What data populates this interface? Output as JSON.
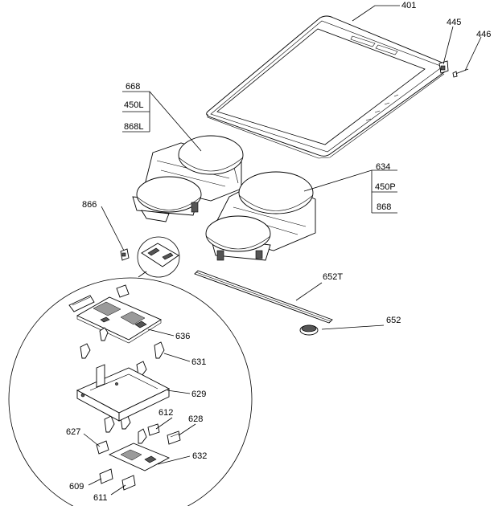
{
  "labels": {
    "l401": "401",
    "l445": "445",
    "l446": "446",
    "l668": "668",
    "l450L": "450L",
    "l868L": "868L",
    "l634": "634",
    "l450P": "450P",
    "l868": "868",
    "l866": "866",
    "l652T": "652T",
    "l652": "652",
    "l636": "636",
    "l631": "631",
    "l629": "629",
    "l612": "612",
    "l628": "628",
    "l627": "627",
    "l632": "632",
    "l609": "609",
    "l611": "611"
  }
}
